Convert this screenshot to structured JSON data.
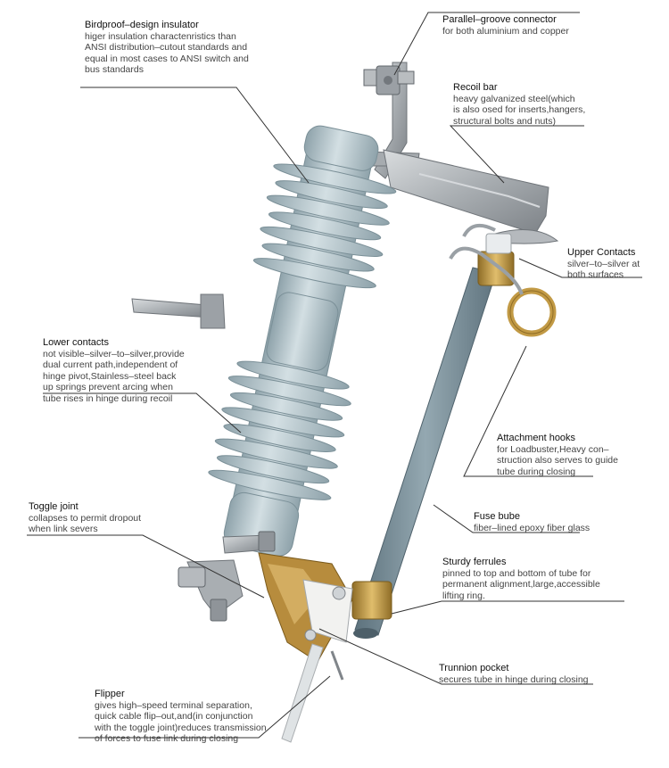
{
  "callouts": [
    {
      "id": "birdproof",
      "title": "Birdproof–design insulator",
      "desc": "higer insulation charactenristics than\nANSI distribution–cutout standards and\nequal in most cases to ANSI switch and\nbus standards"
    },
    {
      "id": "parallel",
      "title": "Parallel–groove connector",
      "desc": "for both aluminium and copper"
    },
    {
      "id": "recoil",
      "title": "Recoil bar",
      "desc": "heavy galvanized steel(which\nis also osed for inserts,hangers,\nstructural bolts and nuts)"
    },
    {
      "id": "upper",
      "title": "Upper Contacts",
      "desc": "silver–to–silver at\nboth surfaces"
    },
    {
      "id": "lower",
      "title": "Lower contacts",
      "desc": "not visible–silver–to–silver,provide\ndual current path,independent of\nhinge pivot,Stainless–steel back\nup springs prevent arcing when\ntube rises in hinge during recoil"
    },
    {
      "id": "attach",
      "title": "Attachment hooks",
      "desc": "for Loadbuster,Heavy con–\nstruction also serves to guide\ntube during closing"
    },
    {
      "id": "toggle",
      "title": "Toggle joint",
      "desc": "collapses to permit dropout\nwhen link severs"
    },
    {
      "id": "fusebube",
      "title": "Fuse bube",
      "desc": "fiber–lined epoxy fiber glass"
    },
    {
      "id": "ferrules",
      "title": "Sturdy ferrules",
      "desc": "pinned to top and bottom of tube for\npermanent alignment,large,accessible\nlifting ring."
    },
    {
      "id": "trunnion",
      "title": "Trunnion pocket",
      "desc": "secures tube in hinge during closing"
    },
    {
      "id": "flipper",
      "title": "Flipper",
      "desc": "gives high–speed terminal separation,\nquick cable flip–out,and(in conjunction\nwith the toggle joint)reduces transmission\nof forces to fuse link during closing"
    }
  ],
  "colors": {
    "porcelain": "#a9bcc3",
    "porcelain_light": "#cbd8dc",
    "porcelain_dark": "#7f959d",
    "tube": "#6f8590",
    "tube_light": "#93a7b0",
    "brass": "#b8923e",
    "steel": "#b9bcbf",
    "steel_dark": "#80858a",
    "leader": "#333333"
  }
}
